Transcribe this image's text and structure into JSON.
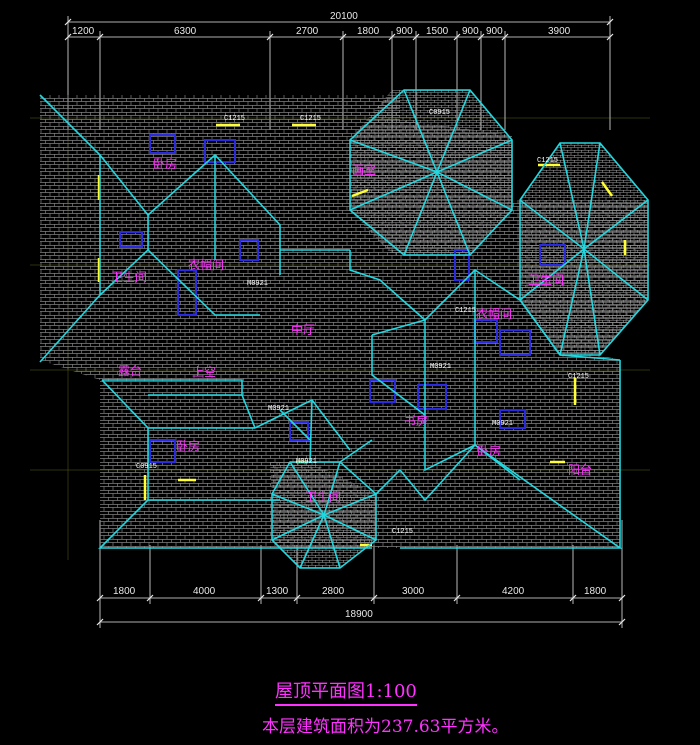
{
  "colors": {
    "background": "#000000",
    "roof_outline": "#22d8e0",
    "tile_grid": "#8a8a8a",
    "dimension": "#e8e8e8",
    "room_label": "#ff33ff",
    "furniture": "#2a2ae0",
    "wall_mark": "#ffff33"
  },
  "dims": {
    "top_total": "20100",
    "top_segments": [
      "1200",
      "6300",
      "2700",
      "1800",
      "900",
      "1500",
      "900",
      "900",
      "3900"
    ],
    "bottom_total": "18900",
    "bottom_segments": [
      "1800",
      "4000",
      "1300",
      "2800",
      "3000",
      "4200",
      "1800"
    ]
  },
  "rooms": {
    "bedroom_nw": "卧房",
    "drawing": "画室",
    "bath_w": "卫生间",
    "cloak": "衣帽间",
    "hall": "中厅",
    "terrace": "露台",
    "upper_void": "上空",
    "bath_e": "卫生间",
    "cloak_e": "衣帽间",
    "study": "书房",
    "bedroom_sw": "卧房",
    "bedroom_se": "卧房",
    "balcony": "阳台",
    "bath_s": "卫生间"
  },
  "tags": {
    "c1": "C1215",
    "c2": "C1215",
    "c3": "C0915",
    "c4": "C1215",
    "m1": "M0921",
    "m2": "M0921",
    "m3": "M0921",
    "m4": "M0921",
    "m5": "M0921",
    "c5": "C1215",
    "c6": "C0915",
    "c7": "C1215",
    "c8": "C1215"
  },
  "title": "屋顶平面图1:100",
  "note": "本层建筑面积为237.63平方米。"
}
